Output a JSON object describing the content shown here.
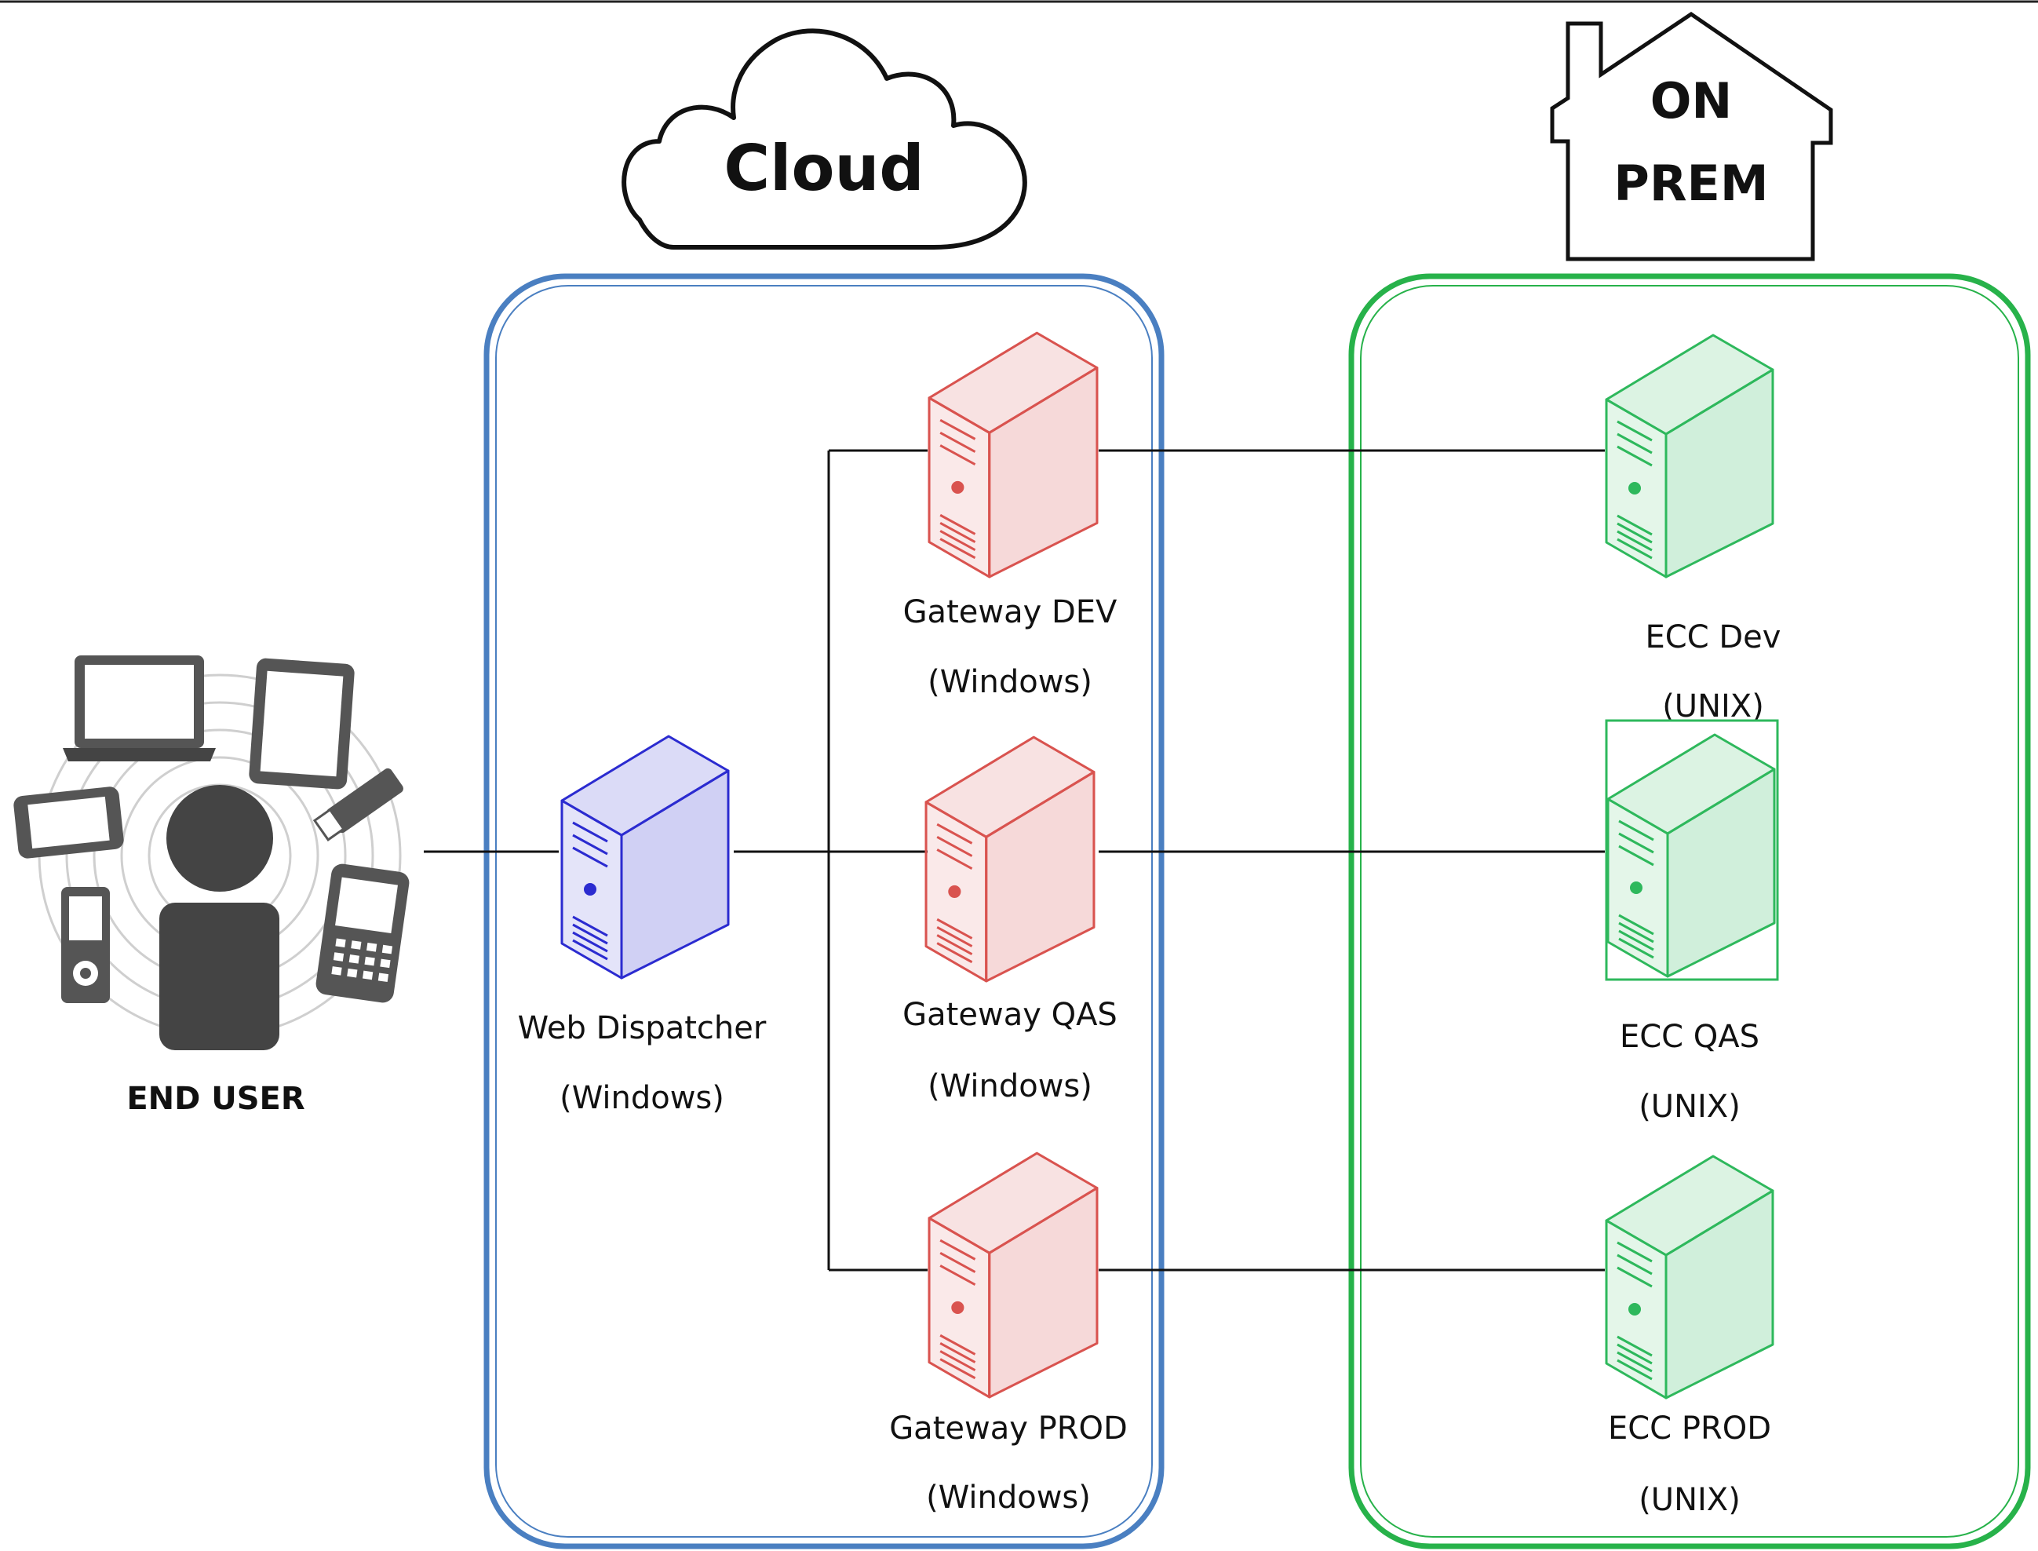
{
  "title_cloud": "Cloud",
  "title_onprem_line1": "ON",
  "title_onprem_line2": "PREM",
  "end_user": {
    "label": "END USER"
  },
  "web_dispatcher": {
    "name": "Web Dispatcher",
    "os": "(Windows)"
  },
  "gateways": [
    {
      "name": "Gateway DEV",
      "os": "(Windows)"
    },
    {
      "name": "Gateway QAS",
      "os": "(Windows)"
    },
    {
      "name": "Gateway PROD",
      "os": "(Windows)"
    }
  ],
  "ecc": [
    {
      "name": "ECC Dev",
      "os": "(UNIX)"
    },
    {
      "name": "ECC QAS",
      "os": "(UNIX)"
    },
    {
      "name": "ECC PROD",
      "os": "(UNIX)"
    }
  ],
  "colors": {
    "cloud_border": "#4a7fc1",
    "onprem_border": "#27b24a",
    "web_dispatcher": "#2b2bd0",
    "gateway": "#d9534f",
    "ecc": "#2eb85c",
    "end_user": "#444444"
  },
  "icons": {
    "end_user": "person-with-devices-icon",
    "server": "server-tower-icon",
    "cloud": "cloud-icon",
    "house": "house-icon"
  }
}
